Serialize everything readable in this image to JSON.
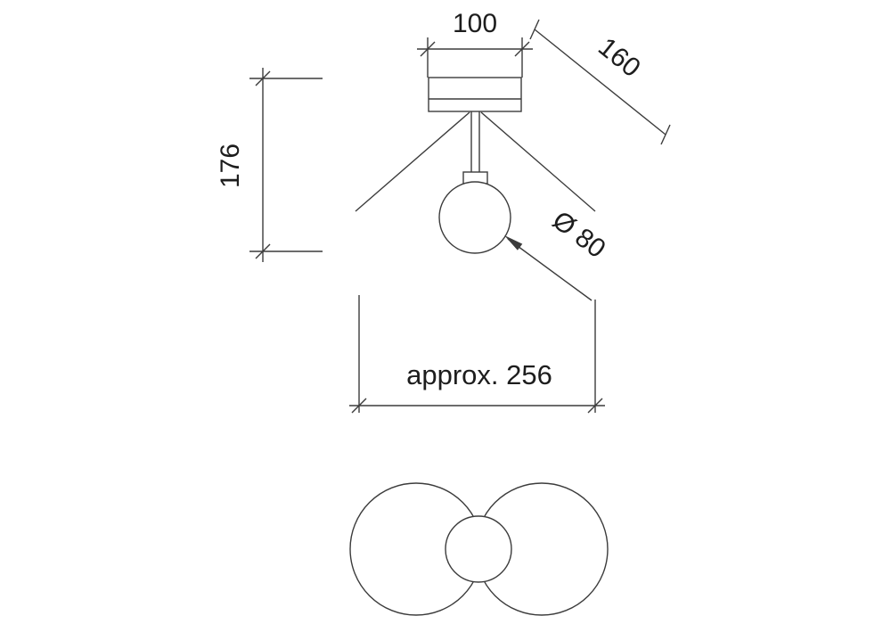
{
  "colors": {
    "line": "#3c3c3c",
    "text": "#1d1d1d",
    "background": "#ffffff"
  },
  "drawing": {
    "type": "technical-dimension-drawing",
    "views": {
      "front_view": "lamp front elevation",
      "bottom_view": "lamp bottom plan"
    },
    "dimensions": {
      "canopy_width": "100",
      "arm_length": "160",
      "fixture_height": "176",
      "globe_diameter": "Ø 80",
      "overall_width": "approx. 256"
    }
  }
}
